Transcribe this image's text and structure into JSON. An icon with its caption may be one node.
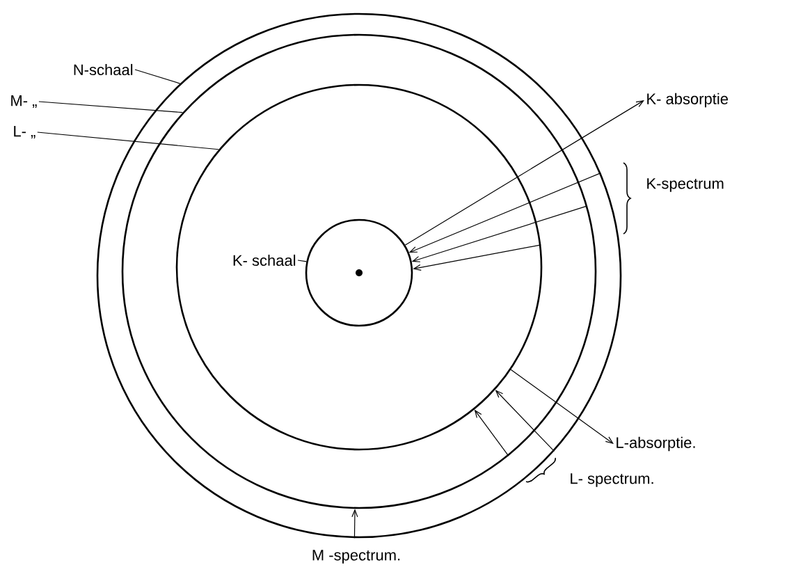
{
  "diagram": {
    "nodes": [
      {
        "text": [],
        "shape": "circle"
      },
      {
        "text": [],
        "shape": "circle",
        "in": 0
      },
      {
        "text": [],
        "shape": "circle",
        "in": 1
      },
      {
        "text": [],
        "shape": "circle",
        "in": 2
      },
      {
        "text": [
          "N-schaal"
        ]
      },
      {
        "text": [
          "M- „"
        ]
      },
      {
        "text": [
          "L- „"
        ]
      },
      {
        "text": [
          "K- schaal"
        ],
        "in": 2
      },
      {
        "text": [
          "K- absorptie"
        ]
      },
      {
        "text": [
          "L-absorptie."
        ]
      }
    ],
    "edges": [
      {
        "from": 4,
        "to": 0,
        "arrow": "none"
      },
      {
        "from": 5,
        "to": 1,
        "arrow": "none"
      },
      {
        "from": 6,
        "to": 2,
        "arrow": "none"
      },
      {
        "from": 7,
        "to": 3,
        "arrow": "none"
      },
      {
        "from": 3,
        "to": 8,
        "arrow": "to"
      },
      {
        "from": 0,
        "to": 3,
        "arrow": "to"
      },
      {
        "from": 1,
        "to": 3,
        "arrow": "to"
      },
      {
        "from": 2,
        "to": 3,
        "arrow": "to"
      },
      {
        "from": 2,
        "to": 9,
        "arrow": "to"
      },
      {
        "from": 1,
        "to": 2,
        "arrow": "to"
      },
      {
        "from": 0,
        "to": 2,
        "arrow": "to"
      },
      {
        "from": 0,
        "to": 1,
        "arrow": "to"
      }
    ],
    "labels": [
      "K-spectrum",
      "L- spectrum.",
      "M -spectrum."
    ]
  }
}
